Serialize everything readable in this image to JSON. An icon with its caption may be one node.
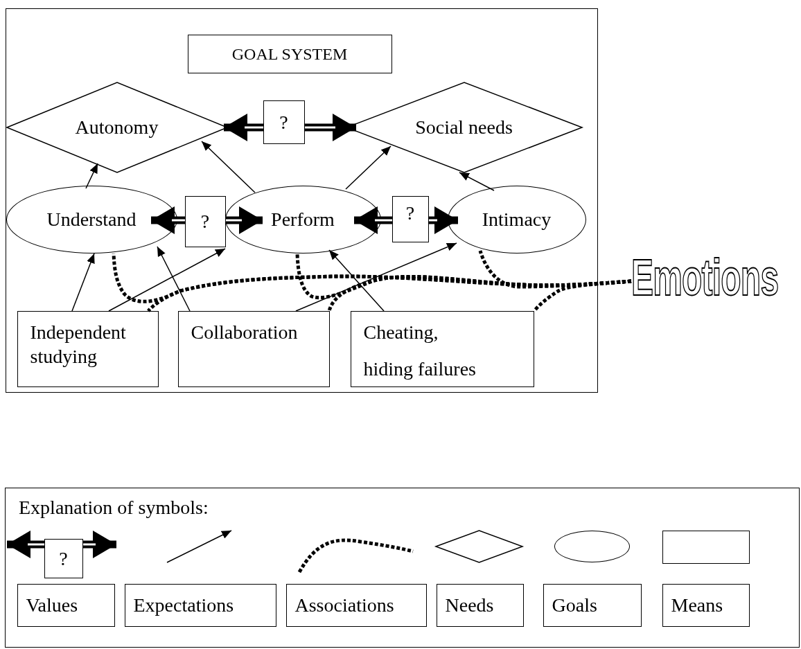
{
  "diagram": {
    "nodes": [
      {
        "text": [],
        "shape": "box"
      },
      {
        "text": [
          "GOAL SYSTEM"
        ],
        "in": 0
      },
      {
        "text": [
          "Autonomy"
        ],
        "in": 0
      },
      {
        "text": [
          "?"
        ],
        "in": 0
      },
      {
        "text": [
          "Social needs"
        ],
        "in": 0
      },
      {
        "text": [
          "Understand"
        ],
        "in": 0
      },
      {
        "text": [
          "?"
        ],
        "in": 0
      },
      {
        "text": [
          "Perform"
        ],
        "in": 0
      },
      {
        "text": [
          "?"
        ],
        "in": 0
      },
      {
        "text": [
          "Intimacy"
        ],
        "in": 0
      },
      {
        "text": [
          "Independent studying"
        ],
        "in": 0
      },
      {
        "text": [
          "Collaboration"
        ],
        "in": 0
      },
      {
        "text": [
          "Cheating,",
          "hiding failures"
        ],
        "in": 0
      },
      {
        "text": [
          "Emotions"
        ]
      },
      {
        "text": [
          "Explanation of symbols:"
        ]
      },
      {
        "text": [
          "?"
        ],
        "in": 14
      },
      {
        "text": [],
        "shape": "diamond",
        "in": 14
      },
      {
        "text": [],
        "shape": "ellipse",
        "in": 14
      },
      {
        "text": [],
        "shape": "box",
        "in": 14
      },
      {
        "text": [
          "Values"
        ],
        "in": 14
      },
      {
        "text": [
          "Expectations"
        ],
        "in": 14
      },
      {
        "text": [
          "Associations"
        ],
        "in": 14
      },
      {
        "text": [
          "Needs"
        ],
        "in": 14
      },
      {
        "text": [
          "Goals"
        ],
        "in": 14
      },
      {
        "text": [
          "Means"
        ],
        "in": 14
      }
    ],
    "edges": [
      {
        "from": 3,
        "to": 2,
        "arrow": "to",
        "style": "thick"
      },
      {
        "from": 3,
        "to": 4,
        "arrow": "to",
        "style": "thick"
      },
      {
        "from": 6,
        "to": 5,
        "arrow": "to",
        "style": "thick"
      },
      {
        "from": 6,
        "to": 7,
        "arrow": "to",
        "style": "thick"
      },
      {
        "from": 8,
        "to": 7,
        "arrow": "to",
        "style": "thick"
      },
      {
        "from": 8,
        "to": 9,
        "arrow": "to",
        "style": "thick"
      },
      {
        "from": 5,
        "to": 2,
        "arrow": "to"
      },
      {
        "from": 7,
        "to": 2,
        "arrow": "to"
      },
      {
        "from": 7,
        "to": 4,
        "arrow": "to"
      },
      {
        "from": 9,
        "to": 4,
        "arrow": "to"
      },
      {
        "from": 10,
        "to": 5,
        "arrow": "to"
      },
      {
        "from": 10,
        "to": 7,
        "arrow": "to"
      },
      {
        "from": 11,
        "to": 5,
        "arrow": "to"
      },
      {
        "from": 11,
        "to": 9,
        "arrow": "to"
      },
      {
        "from": 12,
        "to": 7,
        "arrow": "to"
      },
      {
        "from": 13,
        "to": 5,
        "arrow": "none",
        "style": "dashed"
      },
      {
        "from": 13,
        "to": 7,
        "arrow": "none",
        "style": "dashed"
      },
      {
        "from": 13,
        "to": 9,
        "arrow": "none",
        "style": "dashed"
      },
      {
        "from": 13,
        "to": 10,
        "arrow": "none",
        "style": "dashed"
      },
      {
        "from": 13,
        "to": 11,
        "arrow": "none",
        "style": "dashed"
      },
      {
        "from": 13,
        "to": 12,
        "arrow": "none",
        "style": "dashed"
      },
      {
        "from": 15,
        "to": null,
        "arrow": "to",
        "style": "thick"
      },
      {
        "from": 15,
        "to": null,
        "arrow": "to",
        "style": "thick"
      }
    ]
  }
}
